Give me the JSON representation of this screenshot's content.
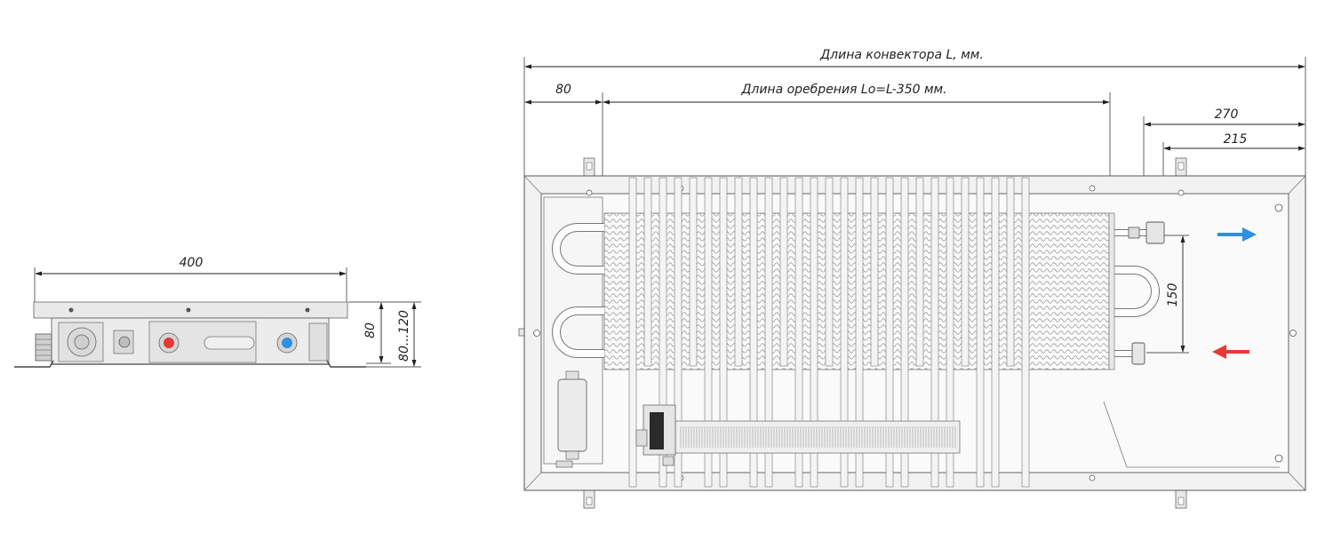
{
  "side_view": {
    "width_label": "400",
    "height_label": "80",
    "height_range_label": "80...120"
  },
  "top_view": {
    "length_label": "Длина конвектора L, мм.",
    "offset_label": "80",
    "fin_length_label": "Длина оребрения Lo=L-350 мм.",
    "dim_270_label": "270",
    "dim_215_label": "215",
    "pipe_spacing_label": "150"
  },
  "colors": {
    "supply_arrow": "#e53935",
    "return_arrow": "#2f8fe0",
    "hot_connector": "#e53935",
    "cold_connector": "#2f8fe0"
  }
}
